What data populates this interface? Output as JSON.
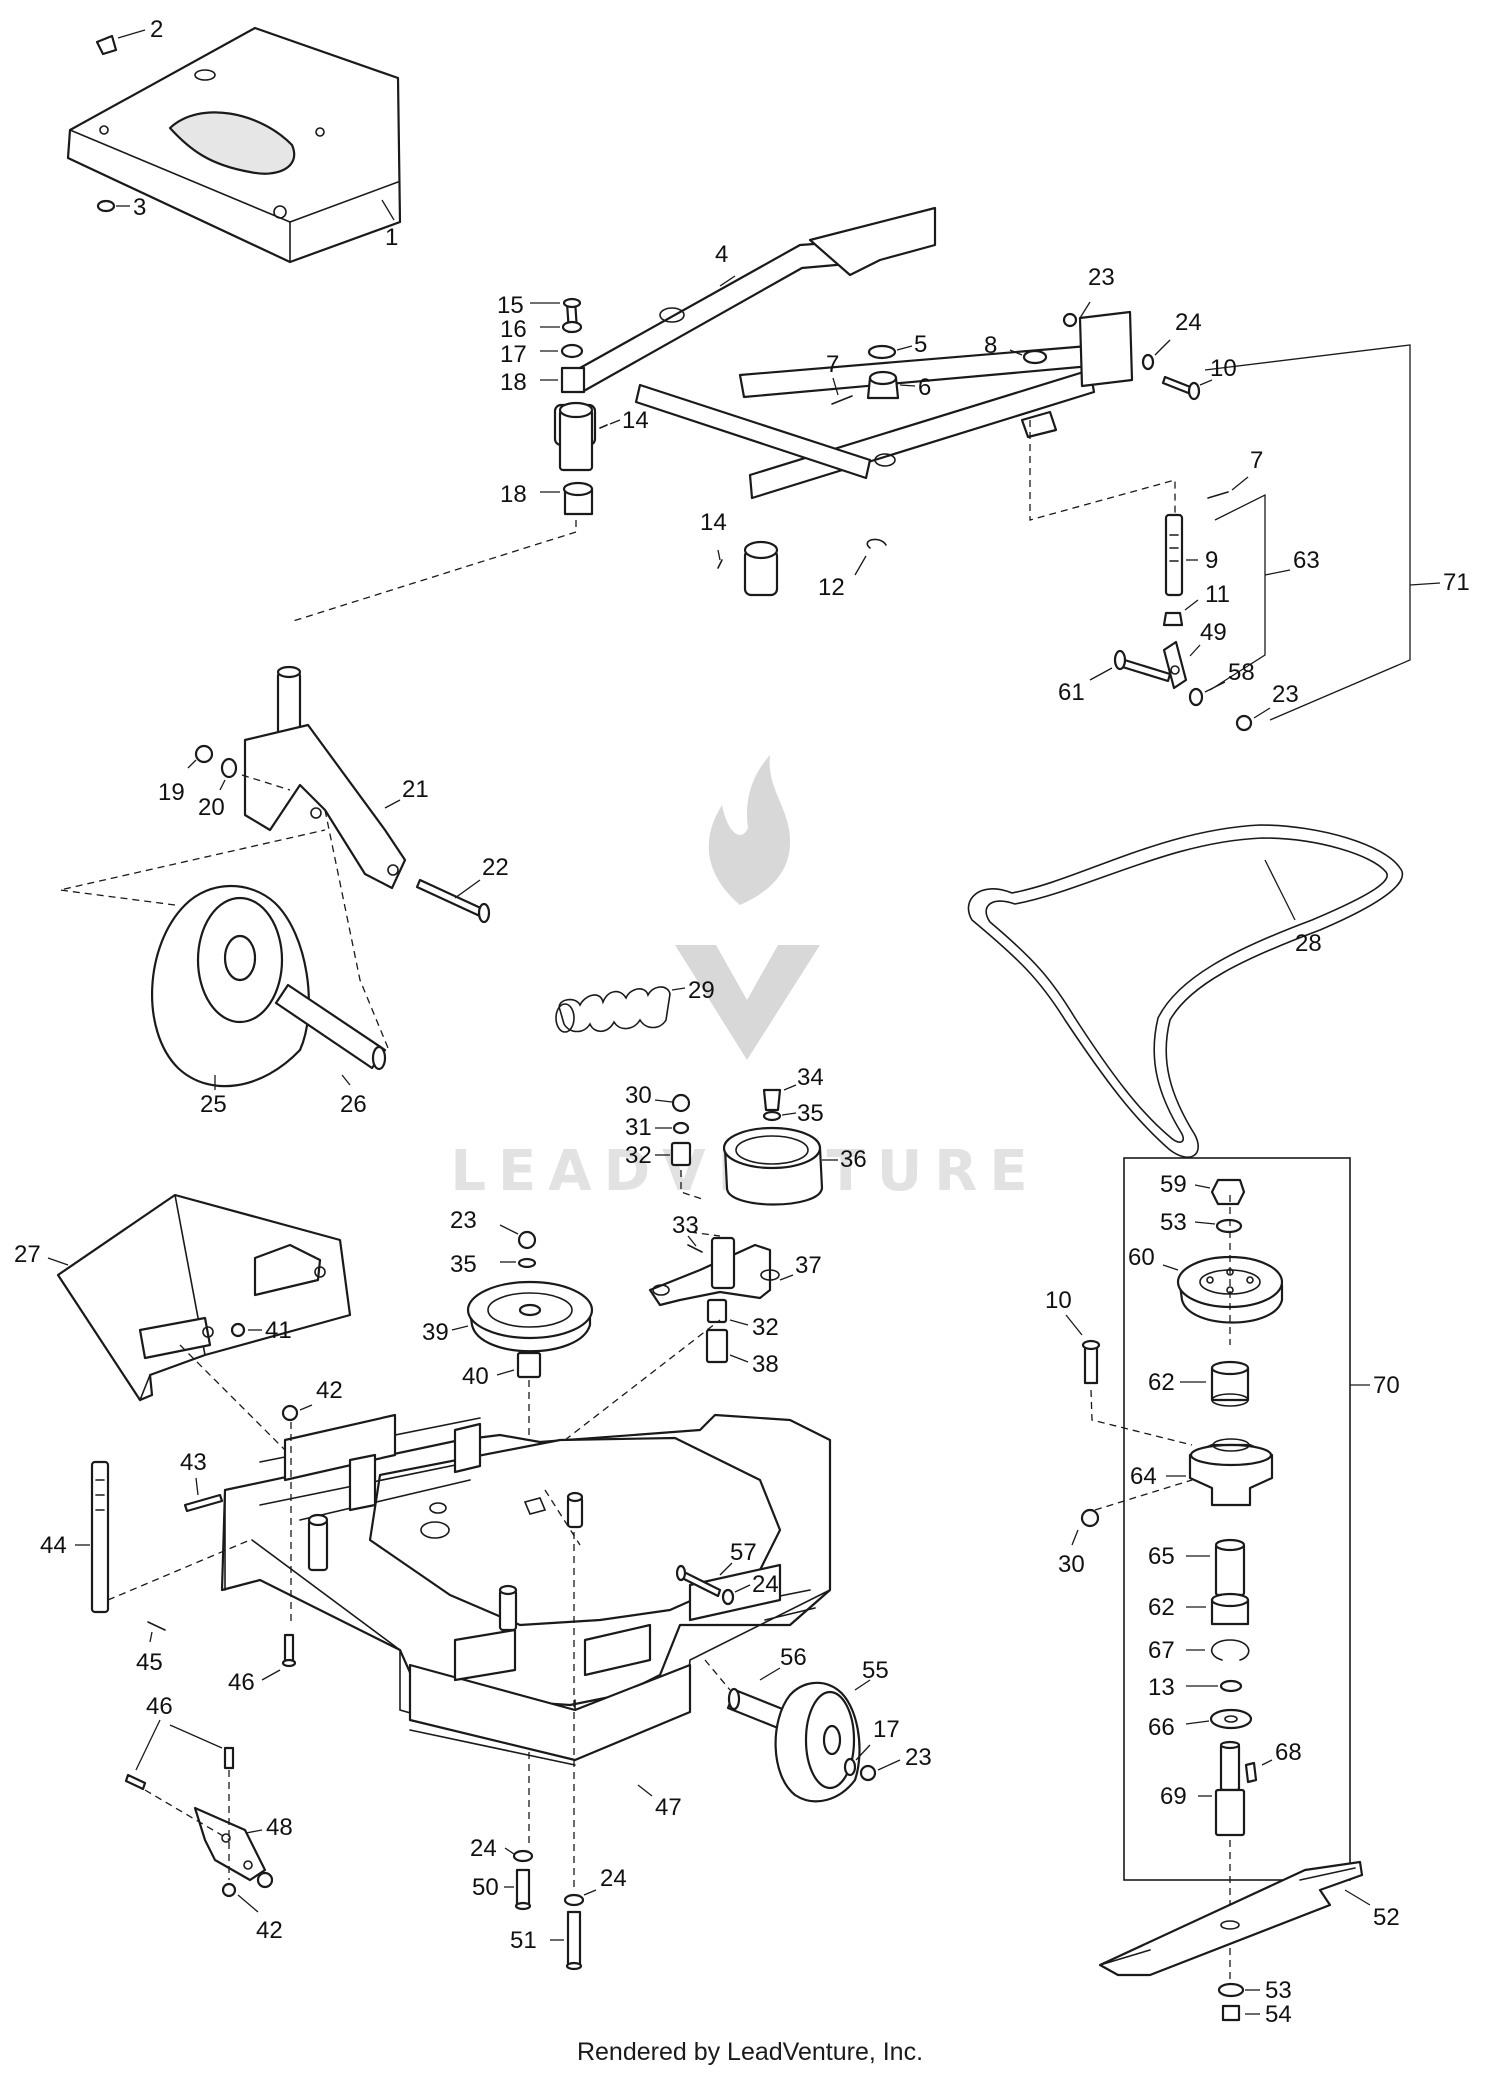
{
  "watermark": {
    "brand": "LEADVENTURE"
  },
  "footer": {
    "text": "Rendered by LeadVenture, Inc."
  },
  "callouts": [
    {
      "id": "c-1",
      "text": "1"
    },
    {
      "id": "c-2",
      "text": "2"
    },
    {
      "id": "c-3",
      "text": "3"
    },
    {
      "id": "c-4",
      "text": "4"
    },
    {
      "id": "c-5",
      "text": "5"
    },
    {
      "id": "c-6",
      "text": "6"
    },
    {
      "id": "c-7a",
      "text": "7"
    },
    {
      "id": "c-7b",
      "text": "7"
    },
    {
      "id": "c-8",
      "text": "8"
    },
    {
      "id": "c-9",
      "text": "9"
    },
    {
      "id": "c-10a",
      "text": "10"
    },
    {
      "id": "c-10b",
      "text": "10"
    },
    {
      "id": "c-11",
      "text": "11"
    },
    {
      "id": "c-12",
      "text": "12"
    },
    {
      "id": "c-13",
      "text": "13"
    },
    {
      "id": "c-14a",
      "text": "14"
    },
    {
      "id": "c-14b",
      "text": "14"
    },
    {
      "id": "c-15",
      "text": "15"
    },
    {
      "id": "c-16",
      "text": "16"
    },
    {
      "id": "c-17a",
      "text": "17"
    },
    {
      "id": "c-17b",
      "text": "17"
    },
    {
      "id": "c-18a",
      "text": "18"
    },
    {
      "id": "c-18b",
      "text": "18"
    },
    {
      "id": "c-19",
      "text": "19"
    },
    {
      "id": "c-20",
      "text": "20"
    },
    {
      "id": "c-21",
      "text": "21"
    },
    {
      "id": "c-22",
      "text": "22"
    },
    {
      "id": "c-23a",
      "text": "23"
    },
    {
      "id": "c-23b",
      "text": "23"
    },
    {
      "id": "c-23c",
      "text": "23"
    },
    {
      "id": "c-23d",
      "text": "23"
    },
    {
      "id": "c-24a",
      "text": "24"
    },
    {
      "id": "c-24b",
      "text": "24"
    },
    {
      "id": "c-24c",
      "text": "24"
    },
    {
      "id": "c-24d",
      "text": "24"
    },
    {
      "id": "c-25",
      "text": "25"
    },
    {
      "id": "c-26",
      "text": "26"
    },
    {
      "id": "c-27",
      "text": "27"
    },
    {
      "id": "c-28",
      "text": "28"
    },
    {
      "id": "c-29",
      "text": "29"
    },
    {
      "id": "c-30a",
      "text": "30"
    },
    {
      "id": "c-30b",
      "text": "30"
    },
    {
      "id": "c-31",
      "text": "31"
    },
    {
      "id": "c-32a",
      "text": "32"
    },
    {
      "id": "c-32b",
      "text": "32"
    },
    {
      "id": "c-33",
      "text": "33"
    },
    {
      "id": "c-34",
      "text": "34"
    },
    {
      "id": "c-35a",
      "text": "35"
    },
    {
      "id": "c-35b",
      "text": "35"
    },
    {
      "id": "c-36",
      "text": "36"
    },
    {
      "id": "c-37",
      "text": "37"
    },
    {
      "id": "c-38",
      "text": "38"
    },
    {
      "id": "c-39",
      "text": "39"
    },
    {
      "id": "c-40",
      "text": "40"
    },
    {
      "id": "c-41",
      "text": "41"
    },
    {
      "id": "c-42a",
      "text": "42"
    },
    {
      "id": "c-42b",
      "text": "42"
    },
    {
      "id": "c-43",
      "text": "43"
    },
    {
      "id": "c-44",
      "text": "44"
    },
    {
      "id": "c-45",
      "text": "45"
    },
    {
      "id": "c-46a",
      "text": "46"
    },
    {
      "id": "c-46b",
      "text": "46"
    },
    {
      "id": "c-47",
      "text": "47"
    },
    {
      "id": "c-48",
      "text": "48"
    },
    {
      "id": "c-49",
      "text": "49"
    },
    {
      "id": "c-50",
      "text": "50"
    },
    {
      "id": "c-51",
      "text": "51"
    },
    {
      "id": "c-52",
      "text": "52"
    },
    {
      "id": "c-53a",
      "text": "53"
    },
    {
      "id": "c-53b",
      "text": "53"
    },
    {
      "id": "c-54",
      "text": "54"
    },
    {
      "id": "c-55",
      "text": "55"
    },
    {
      "id": "c-56",
      "text": "56"
    },
    {
      "id": "c-57",
      "text": "57"
    },
    {
      "id": "c-58",
      "text": "58"
    },
    {
      "id": "c-59",
      "text": "59"
    },
    {
      "id": "c-60",
      "text": "60"
    },
    {
      "id": "c-61",
      "text": "61"
    },
    {
      "id": "c-62a",
      "text": "62"
    },
    {
      "id": "c-62b",
      "text": "62"
    },
    {
      "id": "c-63",
      "text": "63"
    },
    {
      "id": "c-64",
      "text": "64"
    },
    {
      "id": "c-65",
      "text": "65"
    },
    {
      "id": "c-66",
      "text": "66"
    },
    {
      "id": "c-67",
      "text": "67"
    },
    {
      "id": "c-68",
      "text": "68"
    },
    {
      "id": "c-69",
      "text": "69"
    },
    {
      "id": "c-70",
      "text": "70"
    },
    {
      "id": "c-71",
      "text": "71"
    }
  ]
}
